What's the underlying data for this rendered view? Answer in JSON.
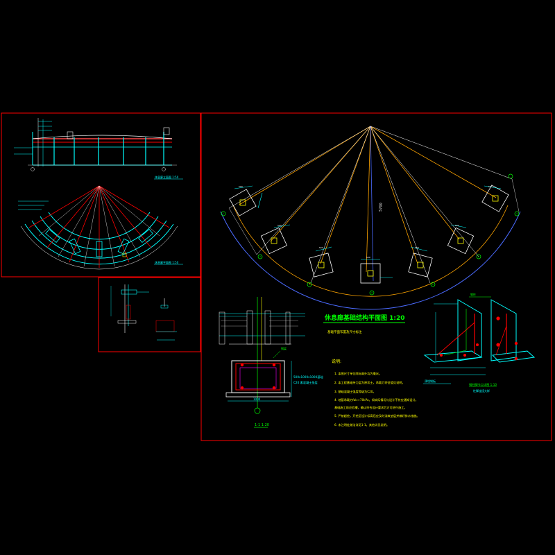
{
  "drawing": {
    "main_plan_title": "休息廊基础结构平面图 1:20",
    "main_plan_subtitle": "基础平面布置及尺寸标注",
    "elevation_title": "休息廊立面图 1:50",
    "small_plan_title": "休息廊平面图 1:50",
    "section_title": "1-1 1:20",
    "section_note_1": "500x1000x1000基础",
    "section_note_2": "C20 素混凝土垫层",
    "section_dim": "1000",
    "beam_label": "钢梁",
    "connection_title": "钢柱脚节点详图 1:10",
    "connection_subtitle": "柱脚连接大样",
    "connection_label_top": "钢柱",
    "connection_label_base": "预埋钢板",
    "notes_heading": "说明:",
    "notes": [
      "1.  本图尺寸单位除标高外均为毫米。",
      "2.  本工程基础持力层为原状土，承载力特征值见说明。",
      "3.  基础混凝土强度等级为C20。",
      "4.  地基承载力fak＝70kPa，如实际情况与设计不符应通知设计。",
      "    基础施工前应验槽，确认符合设计要求后方可进行施工。",
      "5.  严禁超挖，开挖至设计标高后应及时浇筑垫层并做好排水措施。",
      "6.  未注明处做法详见1-1，其他详见说明。"
    ],
    "radial_dim": "5700",
    "axis_labels": [
      "1",
      "2",
      "3",
      "4",
      "5",
      "6",
      "7"
    ],
    "footing_dims": [
      "500",
      "500",
      "500",
      "500",
      "500",
      "500",
      "500"
    ]
  },
  "colors": {
    "background": "#000000",
    "frame_red": "#ff0000",
    "cyan": "#00ffff",
    "yellow": "#ffff00",
    "white": "#ffffff",
    "green": "#00ff00",
    "blue": "#4b6bff",
    "orange": "#ffa500",
    "magenta": "#ff00ff"
  }
}
